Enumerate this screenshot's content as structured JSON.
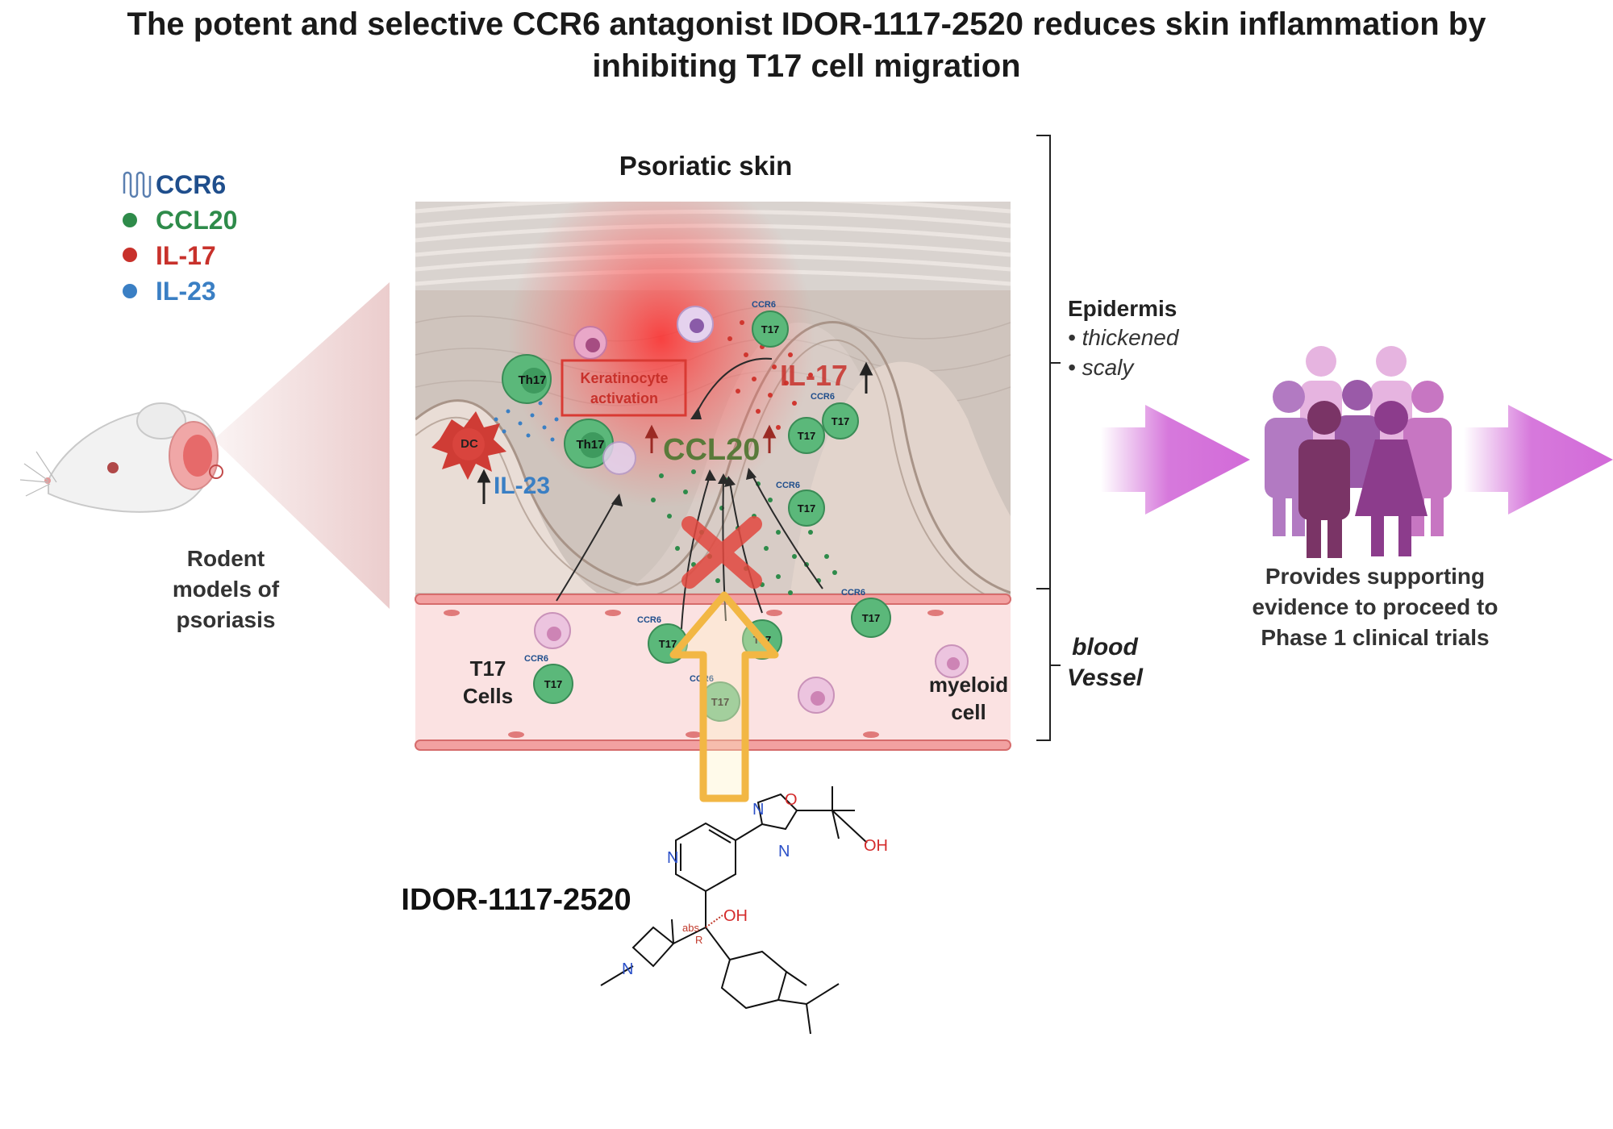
{
  "title": {
    "line1": "The potent and selective CCR6 antagonist IDOR-1117-2520 reduces skin inflammation by",
    "line2": "inhibiting T17 cell migration"
  },
  "legend": {
    "items": [
      {
        "label": "CCR6",
        "color": "#1f4e8c",
        "icon": "receptor-icon"
      },
      {
        "label": "CCL20",
        "color": "#2e8b4a",
        "icon": "dot-icon"
      },
      {
        "label": "IL-17",
        "color": "#c8312b",
        "icon": "dot-icon"
      },
      {
        "label": "IL-23",
        "color": "#3a7fc4",
        "icon": "dot-icon"
      }
    ]
  },
  "rodent": {
    "line1": "Rodent",
    "line2": "models of",
    "line3": "psoriasis"
  },
  "skin": {
    "title": "Psoriatic skin",
    "keratinocyte_line1": "Keratinocyte",
    "keratinocyte_line2": "activation",
    "il17": "IL-17",
    "ccl20": "CCL20",
    "il23": "IL-23",
    "dc": "DC",
    "th17": "Th17",
    "t17": "T17",
    "ccr6": "CCR6"
  },
  "vessel": {
    "t17_line1": "T17",
    "t17_line2": "Cells",
    "myeloid_line1": "myeloid",
    "myeloid_line2": "cell"
  },
  "side": {
    "epidermis": "Epidermis",
    "bullet1": "• thickened",
    "bullet2": "• scaly",
    "blood": "blood",
    "vessel": "Vessel"
  },
  "drug": {
    "name": "IDOR-1117-2520",
    "atoms": {
      "n_ring": "N",
      "n_top": "N",
      "o_top": "O",
      "n_mid": "N",
      "oh_right": "OH",
      "oh_center": "OH",
      "n_azet": "N",
      "abs": "abs",
      "r": "R"
    }
  },
  "outcome": {
    "line1": "Provides supporting",
    "line2": "evidence to proceed to",
    "line3": "Phase 1 clinical trials"
  },
  "colors": {
    "accent_magenta": "#d26ad8",
    "il17_red": "#c8312b",
    "ccl20_green": "#2e8b4a",
    "il23_blue": "#3a7fc4",
    "ccr6_blue": "#1f4e8c",
    "vessel_pink": "#fbe2e2",
    "arrow_gold": "#f2b744"
  }
}
